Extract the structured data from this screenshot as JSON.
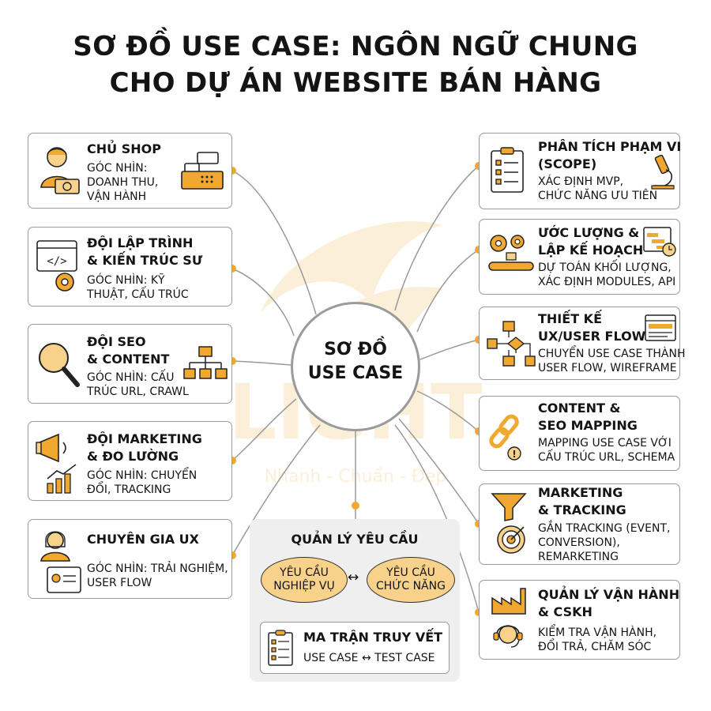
{
  "title": {
    "line1": "SƠ ĐỒ USE CASE: NGÔN NGỮ CHUNG",
    "line2": "CHO DỰ ÁN WEBSITE BÁN HÀNG"
  },
  "watermark": {
    "text": "LIGHT",
    "tagline": "Nhanh - Chuẩn - Đẹp"
  },
  "center": {
    "line1": "SƠ ĐỒ",
    "line2": "USE CASE"
  },
  "left_cards": [
    {
      "title": [
        "CHỦ SHOP"
      ],
      "desc": [
        "GÓC NHÌN:",
        "DOANH THU,",
        "VẬN HÀNH"
      ]
    },
    {
      "title": [
        "ĐỘI LẬP TRÌNH",
        "& KIẾN TRÚC SƯ"
      ],
      "desc": [
        "GÓC NHÌN: KỸ",
        "THUẬT, CẤU TRÚC"
      ]
    },
    {
      "title": [
        "ĐỘI SEO",
        "& CONTENT"
      ],
      "desc": [
        "GÓC NHÌN: CẤU",
        "TRÚC URL, CRAWL"
      ]
    },
    {
      "title": [
        "ĐỘI MARKETING",
        "& ĐO LƯỜNG"
      ],
      "desc": [
        "GÓC NHÌN: CHUYỂN",
        "ĐỔI, TRACKING"
      ]
    },
    {
      "title": [
        "CHUYÊN GIA UX"
      ],
      "desc": [
        "GÓC NHÌN: TRẢI NGHIỆM,",
        "USER FLOW"
      ]
    }
  ],
  "right_cards": [
    {
      "title": [
        "PHÂN TÍCH PHẠM VI",
        "(SCOPE)"
      ],
      "desc": [
        "XÁC ĐỊNH MVP,",
        "CHỨC NĂNG ƯU TIÊN"
      ]
    },
    {
      "title": [
        "ƯỚC LƯỢNG &",
        "LẬP KẾ HOẠCH"
      ],
      "desc": [
        "DỰ TOÁN KHỐI LƯỢNG,",
        "XÁC ĐỊNH MODULES, API"
      ]
    },
    {
      "title": [
        "THIẾT KẾ",
        "UX/USER FLOW"
      ],
      "desc": [
        "CHUYỂN USE CASE THÀNH",
        "USER FLOW, WIREFRAME"
      ]
    },
    {
      "title": [
        "CONTENT &",
        "SEO MAPPING"
      ],
      "desc": [
        "MAPPING USE CASE VỚI",
        "CẤU TRÚC URL, SCHEMA"
      ]
    },
    {
      "title": [
        "MARKETING",
        "& TRACKING"
      ],
      "desc": [
        "GẮN TRACKING (EVENT,",
        "CONVERSION),",
        "REMARKETING"
      ]
    },
    {
      "title": [
        "QUẢN LÝ VẬN HÀNH",
        "& CSKH"
      ],
      "desc": [
        "KIỂM TRA VẬN HÀNH,",
        "ĐỔI TRẢ, CHĂM SÓC"
      ]
    }
  ],
  "requirements": {
    "title": "QUẢN LÝ YÊU CẦU",
    "left": [
      "YÊU CẦU",
      "NGHIỆP VỤ"
    ],
    "arrow": "↔",
    "right": [
      "YÊU CẦU",
      "CHỨC NĂNG"
    ],
    "matrix_title": "MA TRẬN TRUY VẾT",
    "matrix_desc": "USE CASE ↔ TEST CASE"
  },
  "colors": {
    "accent": "#f0a830",
    "accent_fill": "#f8d28b",
    "line": "#9a9a9a",
    "border": "#9a9a9a",
    "text": "#141414"
  },
  "icons": {
    "left": [
      "shop-owner-icon",
      "cash-register-icon",
      "code-window-icon",
      "gear-icon",
      "magnifier-icon",
      "sitemap-icon",
      "megaphone-icon",
      "growth-chart-icon",
      "ux-expert-icon",
      "profile-card-icon"
    ],
    "right": [
      "checklist-clipboard-icon",
      "microscope-icon",
      "gears-conveyor-icon",
      "gantt-calendar-icon",
      "flowchart-icon",
      "wireframe-icon",
      "chain-link-icon",
      "funnel-icon",
      "target-icon",
      "factory-icon",
      "support-agent-icon",
      "checklist-icon"
    ]
  }
}
